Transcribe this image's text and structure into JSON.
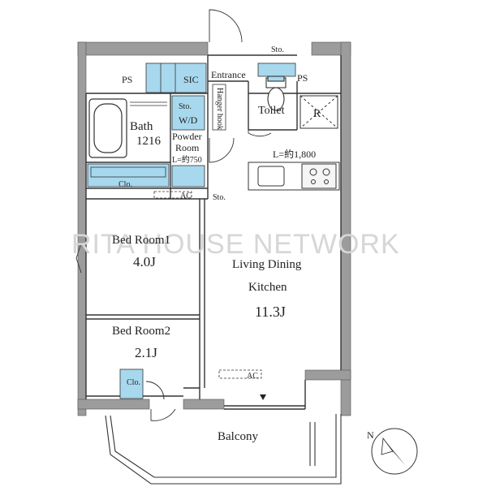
{
  "watermark": "RITA HOUSE NETWORK",
  "labels": {
    "ps_left": "PS",
    "sic": "SIC",
    "entrance": "Entrance",
    "sto_top": "Sto.",
    "ps_right": "PS",
    "bath": "Bath",
    "bath_size": "1216",
    "sto_wd": "Sto.",
    "wd": "W/D",
    "powder_room_1": "Powder",
    "powder_room_2": "Room",
    "powder_width": "L=約750",
    "hanger_hook": "Hanger hook",
    "toilet": "Toilet",
    "refrigerator": "R",
    "kitchen_length": "L=約1,800",
    "clo_top": "Clo.",
    "ac_top": "AC",
    "sto_mid": "Sto.",
    "bedroom1_name": "Bed Room1",
    "bedroom1_size": "4.0J",
    "ldk_name_1": "Living Dining",
    "ldk_name_2": "Kitchen",
    "ldk_size": "11.3J",
    "bedroom2_name": "Bed Room2",
    "bedroom2_size": "2.1J",
    "clo_bottom": "Clo.",
    "ac_bottom": "AC",
    "balcony": "Balcony",
    "north": "N"
  },
  "colors": {
    "wall": "#9c9c9c",
    "line": "#333333",
    "storage": "#a8d8ee",
    "watermark": "#d6d6d6"
  }
}
